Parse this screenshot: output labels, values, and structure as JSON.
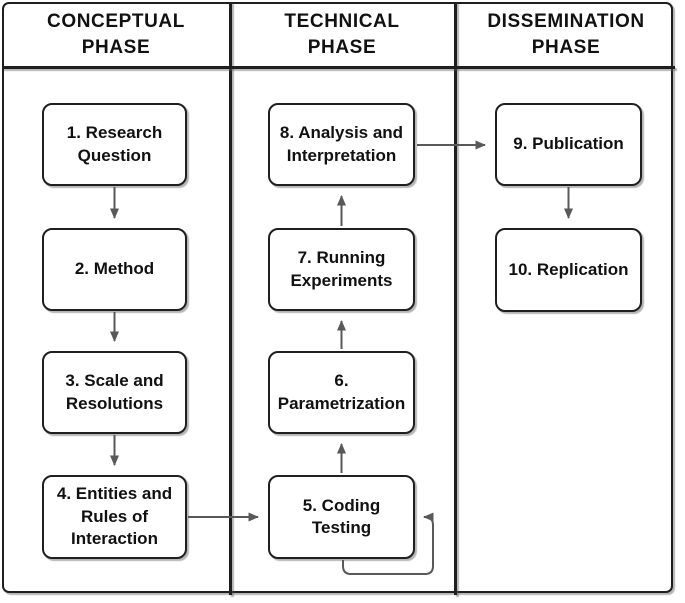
{
  "diagram": {
    "type": "flowchart",
    "phases": [
      {
        "title": "CONCEPTUAL PHASE"
      },
      {
        "title": "TECHNICAL PHASE"
      },
      {
        "title": "DISSEMINATION PHASE"
      }
    ],
    "nodes": [
      {
        "label": "1. Research Question",
        "phase": "CONCEPTUAL PHASE"
      },
      {
        "label": "2. Method",
        "phase": "CONCEPTUAL PHASE"
      },
      {
        "label": "3. Scale and Resolutions",
        "phase": "CONCEPTUAL PHASE"
      },
      {
        "label": "4. Entities and Rules of Interaction",
        "phase": "CONCEPTUAL PHASE"
      },
      {
        "label": "5. Coding Testing",
        "phase": "TECHNICAL PHASE"
      },
      {
        "label": "6. Parametrization",
        "phase": "TECHNICAL PHASE"
      },
      {
        "label": "7. Running Experiments",
        "phase": "TECHNICAL PHASE"
      },
      {
        "label": "8. Analysis and Interpretation",
        "phase": "TECHNICAL PHASE"
      },
      {
        "label": "9. Publication",
        "phase": "DISSEMINATION PHASE"
      },
      {
        "label": "10. Replication",
        "phase": "DISSEMINATION PHASE"
      }
    ],
    "edges": [
      {
        "from": "1. Research Question",
        "to": "2. Method"
      },
      {
        "from": "2. Method",
        "to": "3. Scale and Resolutions"
      },
      {
        "from": "3. Scale and Resolutions",
        "to": "4. Entities and Rules of Interaction"
      },
      {
        "from": "4. Entities and Rules of Interaction",
        "to": "5. Coding Testing"
      },
      {
        "from": "5. Coding Testing",
        "to": "6. Parametrization"
      },
      {
        "from": "6. Parametrization",
        "to": "7. Running Experiments"
      },
      {
        "from": "7. Running Experiments",
        "to": "8. Analysis and Interpretation"
      },
      {
        "from": "8. Analysis and Interpretation",
        "to": "9. Publication"
      },
      {
        "from": "9. Publication",
        "to": "10. Replication"
      },
      {
        "from": "5. Coding Testing",
        "to": "5. Coding Testing",
        "type": "self-loop"
      }
    ],
    "colors": {
      "background": "#ffffff",
      "box_border": "#1f1f1f",
      "arrow": "#595959",
      "text": "#111111"
    }
  }
}
